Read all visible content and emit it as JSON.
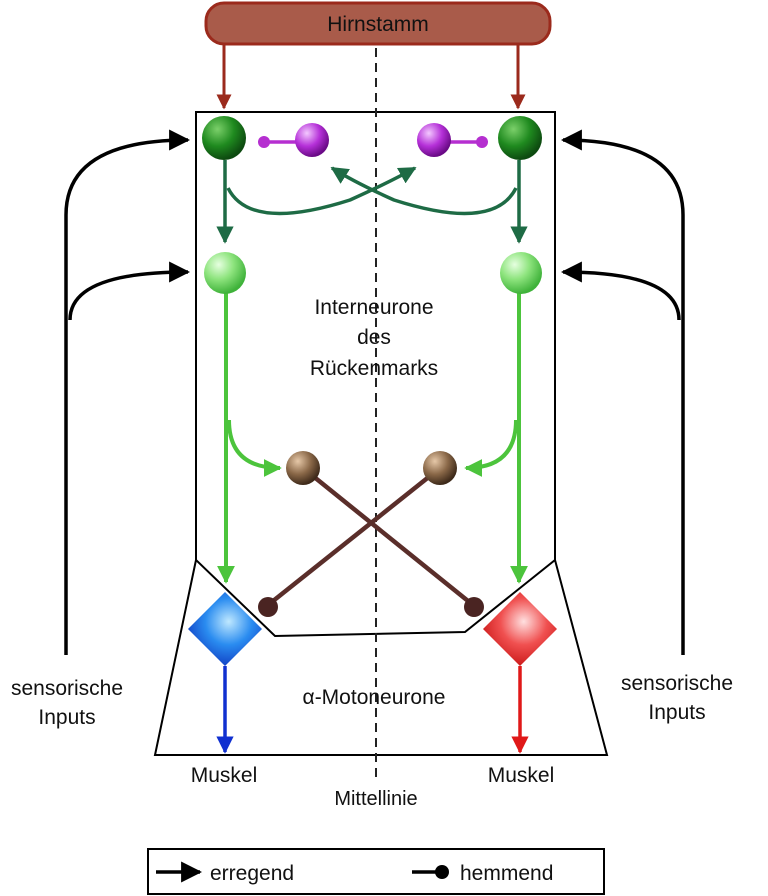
{
  "title": "Hirnstamm",
  "labels": {
    "interneurons_line1": "Interneurone",
    "interneurons_line2": "des",
    "interneurons_line3": "Rückenmarks",
    "motoneurons": "α-Motoneurone",
    "sensory_left_line1": "sensorische",
    "sensory_left_line2": "Inputs",
    "sensory_right_line1": "sensorische",
    "sensory_right_line2": "Inputs",
    "muscle_left": "Muskel",
    "muscle_right": "Muskel",
    "midline": "Mittellinie"
  },
  "legend": {
    "excitatory": "erregend",
    "inhibitory": "hemmend"
  },
  "colors": {
    "brainstem_fill": "#a95b4a",
    "brainstem_stroke": "#9b2a1c",
    "dark_green": "#1e6b45",
    "light_green": "#4cc43c",
    "purple": "#b52fd0",
    "brown": "#5a2e2a",
    "blue": "#1030d0",
    "red": "#e01818",
    "black": "#000000"
  }
}
